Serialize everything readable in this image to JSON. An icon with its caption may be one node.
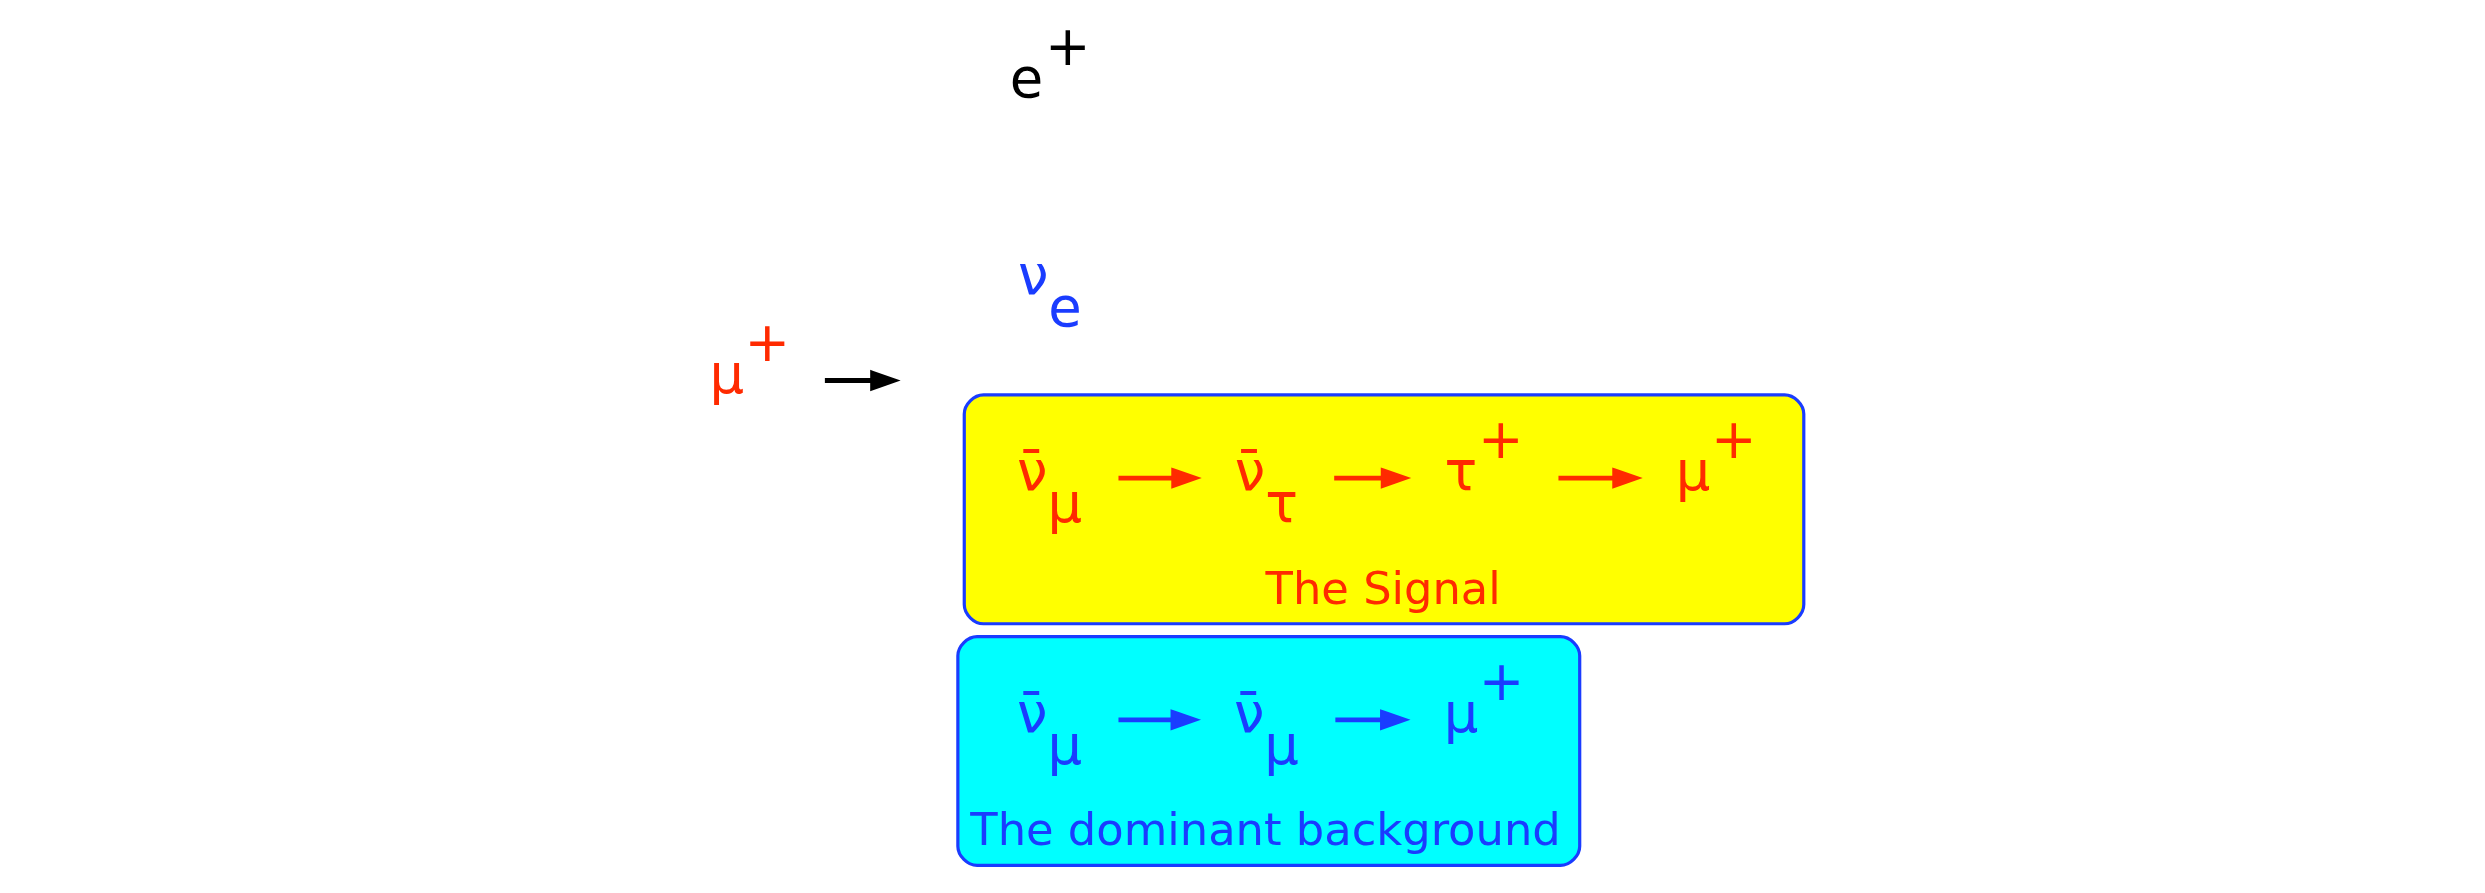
{
  "diagram": {
    "nodes": [
      {
        "text": [
          "μ$^{+}$"
        ]
      },
      {
        "text": [
          "e$^{+}$"
        ]
      },
      {
        "text": [
          "ν$_{e}$"
        ]
      },
      {
        "text": [
          "The Signal"
        ]
      },
      {
        "text": [
          "ν̄$_{μ}$"
        ],
        "in": 3
      },
      {
        "text": [
          "ν̄$_{τ}$"
        ],
        "in": 3
      },
      {
        "text": [
          "τ$^{+}$"
        ],
        "in": 3
      },
      {
        "text": [
          "μ$^{+}$"
        ],
        "in": 3
      },
      {
        "text": [
          "The dominant background"
        ]
      },
      {
        "text": [
          "ν̄$_{μ}$"
        ],
        "in": 8
      },
      {
        "text": [
          "ν̄$_{μ}$"
        ],
        "in": 8
      },
      {
        "text": [
          "μ$^{+}$"
        ],
        "in": 8
      }
    ],
    "edges": [
      {
        "from": 0,
        "to": null,
        "arrow": "to",
        "color": "#000000"
      },
      {
        "from": 4,
        "to": 5,
        "arrow": "to",
        "color": "#ff2a00"
      },
      {
        "from": 5,
        "to": 6,
        "arrow": "to",
        "color": "#ff2a00"
      },
      {
        "from": 6,
        "to": 7,
        "arrow": "to",
        "color": "#ff2a00"
      },
      {
        "from": 9,
        "to": 10,
        "arrow": "to",
        "color": "#1a3cff"
      },
      {
        "from": 10,
        "to": 11,
        "arrow": "to",
        "color": "#1a3cff"
      }
    ]
  }
}
